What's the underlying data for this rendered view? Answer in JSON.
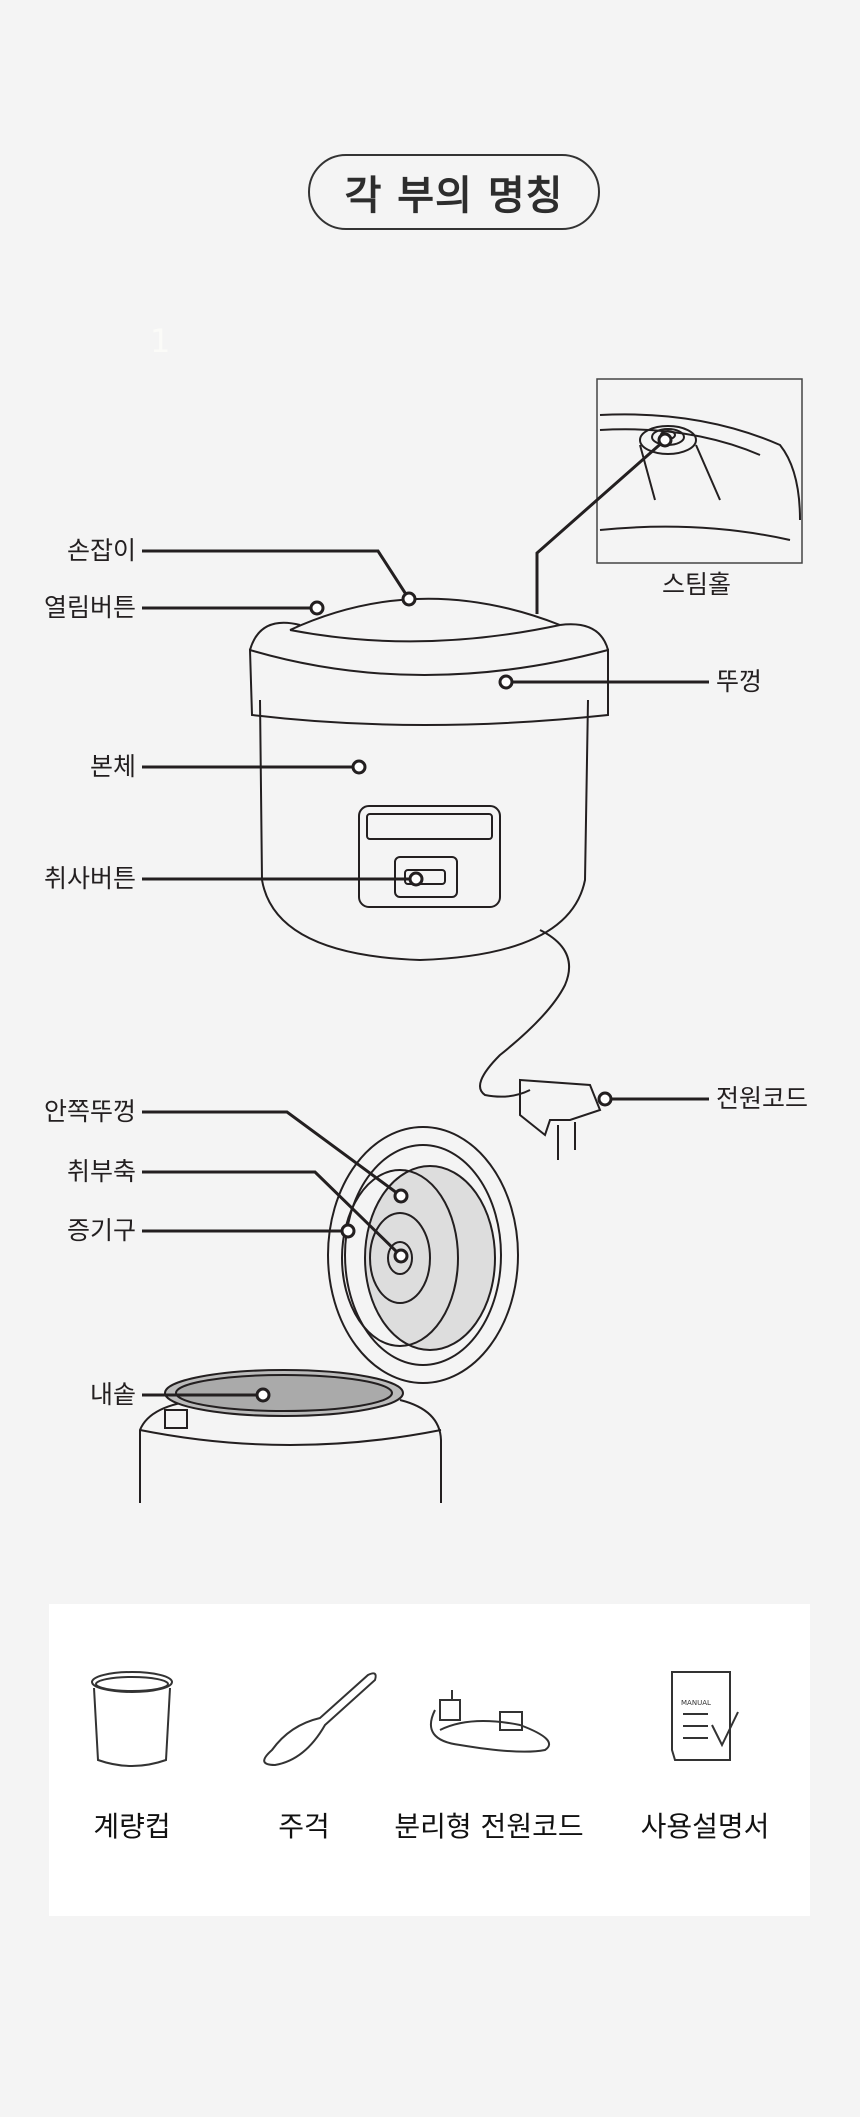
{
  "title": "각 부의 명칭",
  "section_number": "1",
  "parts": {
    "handle": "손잡이",
    "open_button": "열림버튼",
    "steam_hole": "스팀홀",
    "lid": "뚜껑",
    "body": "본체",
    "cook_button": "취사버튼",
    "power_cord": "전원코드",
    "inner_lid": "안쪽뚜껑",
    "lid_shaft": "취부축",
    "steam_vent": "증기구",
    "inner_pot": "내솥"
  },
  "accessories": [
    {
      "label": "계량컵",
      "icon": "measuring-cup-icon"
    },
    {
      "label": "주걱",
      "icon": "rice-paddle-icon"
    },
    {
      "label": "분리형 전원코드",
      "icon": "power-cord-icon"
    },
    {
      "label": "사용설명서",
      "icon": "manual-icon",
      "icon_text": "MANUAL"
    }
  ]
}
